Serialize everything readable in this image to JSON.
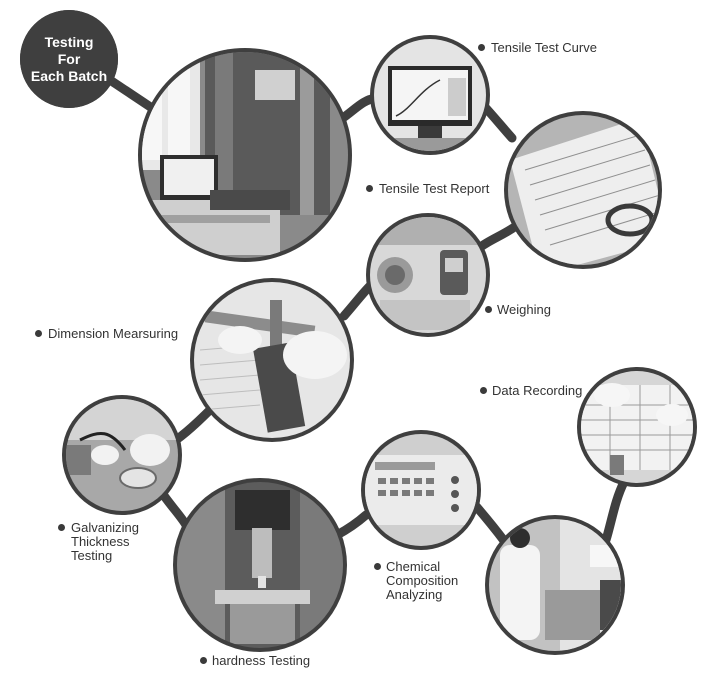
{
  "title": "Testing\nFor\nEach Batch",
  "steps": [
    {
      "label": "Tensile Test Curve"
    },
    {
      "label": "Tensile Test Report"
    },
    {
      "label": "Weighing"
    },
    {
      "label": "Dimension Mearsuring"
    },
    {
      "label": "Data Recording"
    },
    {
      "label": "Galvanizing\nThickness\nTesting"
    },
    {
      "label": "Chemical\nComposition\nAnalyzing"
    },
    {
      "label": "hardness Testing"
    }
  ],
  "colors": {
    "connector": "#3f3f3f",
    "ring": "#3f3f3f",
    "photo_dark": "#6b6b6b",
    "photo_light": "#d9d9d9",
    "text": "#333333",
    "background": "#ffffff"
  }
}
